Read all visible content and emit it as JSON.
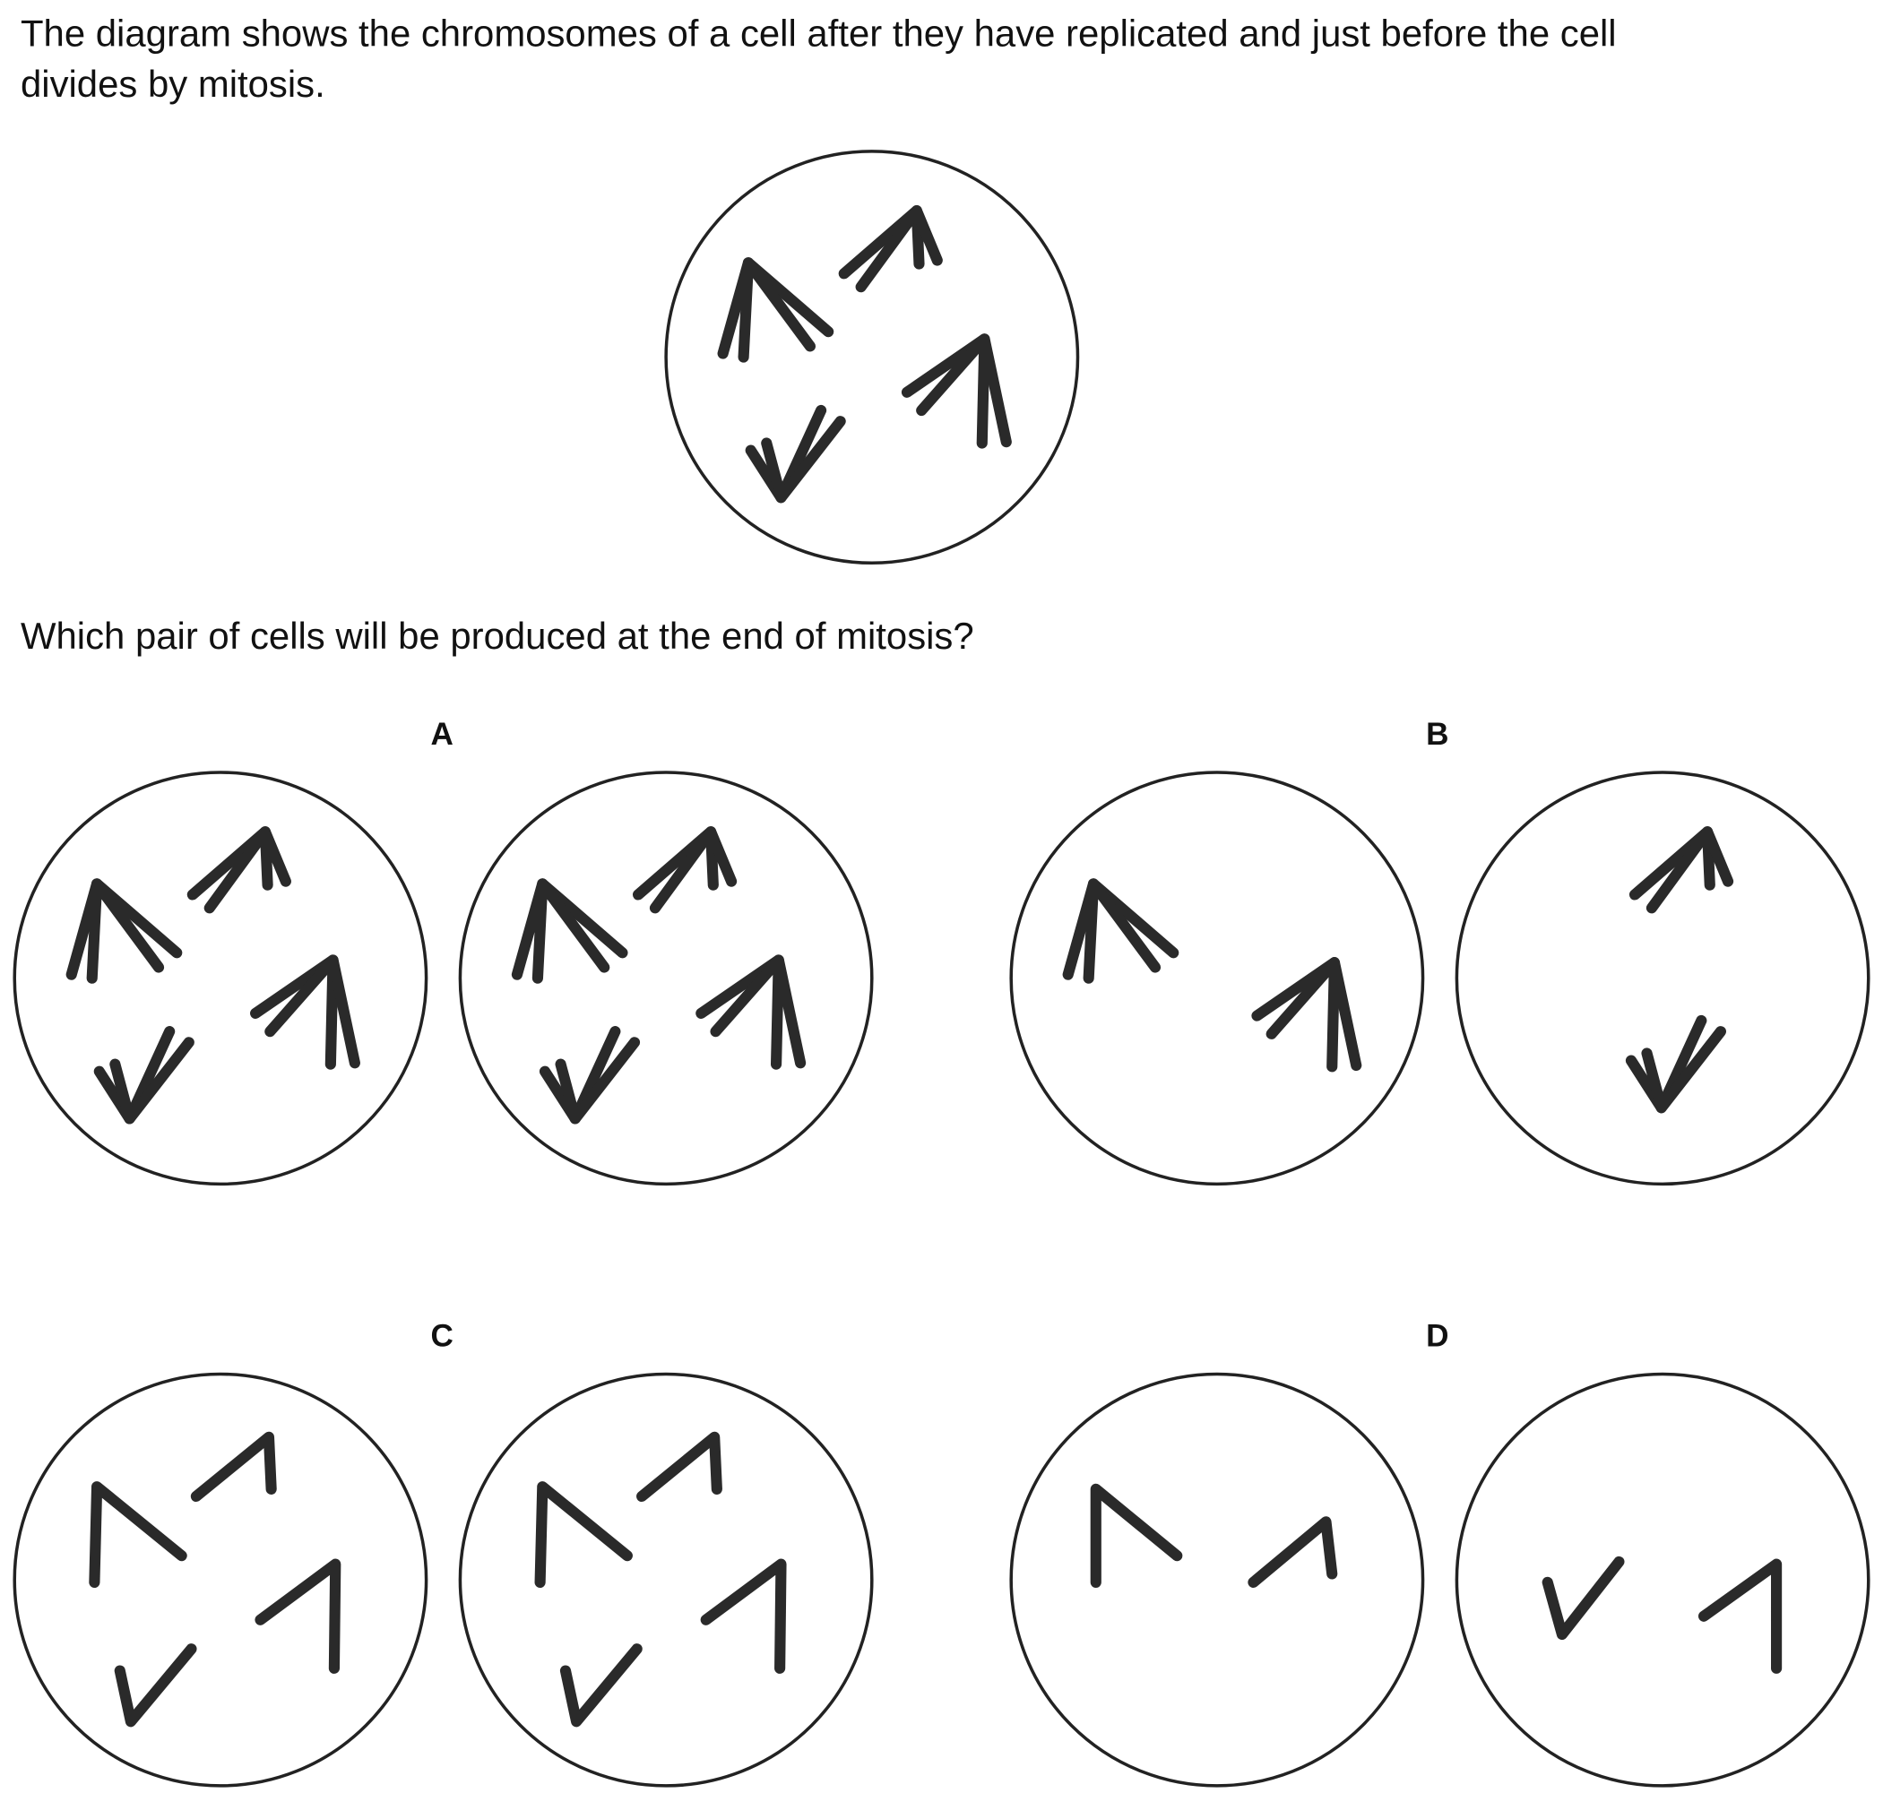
{
  "question": {
    "intro_line1": "The diagram shows the chromosomes of a cell after they have replicated and just before the cell",
    "intro_line2": "divides by mitosis.",
    "prompt": "Which pair of cells will be produced at the end of mitosis?"
  },
  "options": [
    {
      "label": "A"
    },
    {
      "label": "B"
    },
    {
      "label": "C"
    },
    {
      "label": "D"
    }
  ]
}
